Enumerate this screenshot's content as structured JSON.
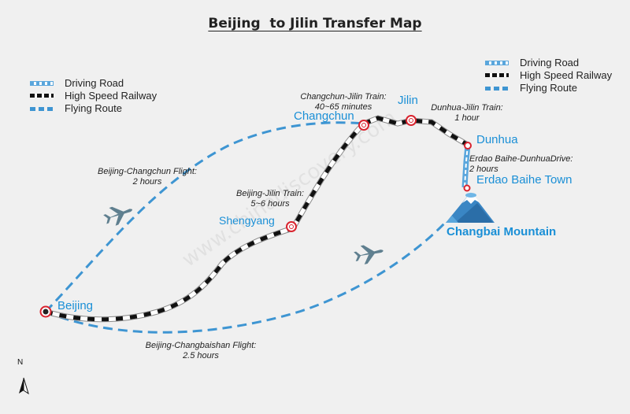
{
  "title": "Beijing  to Jilin Transfer Map",
  "watermark": "www.chinadiscovery.com",
  "north": "N",
  "legend_left": [
    {
      "label": "Driving Road",
      "type": "road"
    },
    {
      "label": "High Speed Railway",
      "type": "rail"
    },
    {
      "label": "Flying Route",
      "type": "fly"
    }
  ],
  "legend_right": [
    {
      "label": "Driving Road",
      "type": "road"
    },
    {
      "label": "High Speed Railway",
      "type": "rail"
    },
    {
      "label": "Flying Route",
      "type": "fly"
    }
  ],
  "cities": {
    "beijing": "Beijing",
    "shengyang": "Shengyang",
    "changchun": "Changchun",
    "jilin": "Jilin",
    "dunhua": "Dunhua",
    "erdao": "Erdao Baihe Town",
    "changbai": "Changbai Mountain"
  },
  "notes": {
    "bj_cc_flight": [
      "Beijing-Changchun Flight:",
      "2 hours"
    ],
    "bj_jl_train": [
      "Beijing-Jilin Train:",
      "5~6 hours"
    ],
    "cc_jl_train": [
      "Changchun-Jilin Train:",
      "40~65 minutes"
    ],
    "dh_jl_train": [
      "Dunhua-Jilin Train:",
      "1 hour"
    ],
    "erdao_drive": [
      "Erdao Baihe-DunhuaDrive:",
      "2 hours"
    ],
    "bj_cbs_flight": [
      "Beijing-Changbaishan Flight:",
      "2.5 hours"
    ]
  },
  "colors": {
    "flying": "#3e95d2",
    "rail": "#111111",
    "city_text": "#1a8fd6",
    "station": "#d9232e",
    "background": "#f0f0f0"
  },
  "icons": [
    "airplane-icon",
    "airplane-icon",
    "mountain-icon",
    "north-arrow-icon",
    "station-marker-icon"
  ]
}
